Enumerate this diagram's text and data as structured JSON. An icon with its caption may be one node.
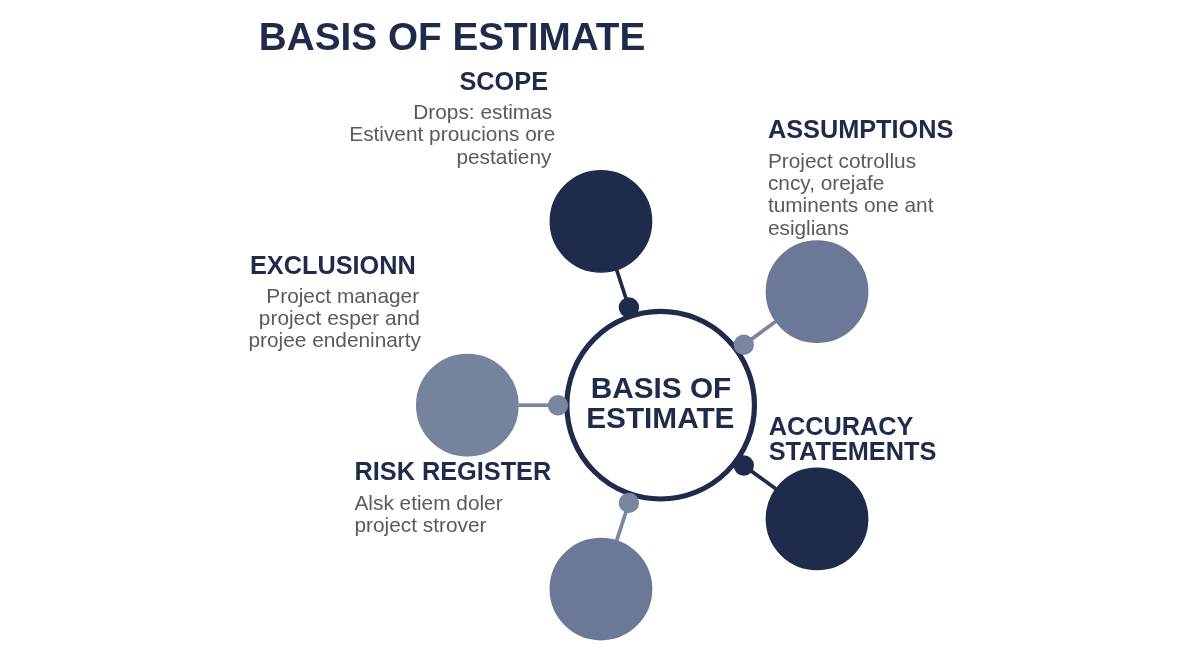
{
  "diagram": {
    "title": "BASIS OF ESTIMATE",
    "nodes": [
      {
        "text": [
          "SCOPE",
          "Drops: estimas Estivent proucions ore pestatieny"
        ]
      },
      {
        "text": [
          "ASSUMPTIONS",
          "Project cotrollus cncy, orejafe tuminents one ant esiglians"
        ]
      },
      {
        "text": [
          "BASIS OF ESTIMATE"
        ]
      },
      {
        "text": [
          "EXCLUSIONN",
          "Project manager project esper and projee endeninarty"
        ]
      },
      {
        "text": [
          "ACCURACY STATEMENTS"
        ]
      },
      {
        "text": [
          "RISK REGISTER",
          "Alsk etiem doler project strover"
        ]
      }
    ],
    "edges": [
      {
        "from": 2,
        "to": 0,
        "arrow": "other",
        "color": "#1f2b4a"
      },
      {
        "from": 2,
        "to": 1,
        "arrow": "other"
      },
      {
        "from": 2,
        "to": 3,
        "arrow": "other"
      },
      {
        "from": 2,
        "to": 4,
        "arrow": "other",
        "color": "#1f2b4a"
      },
      {
        "from": 2,
        "to": 5,
        "arrow": "other"
      }
    ]
  }
}
